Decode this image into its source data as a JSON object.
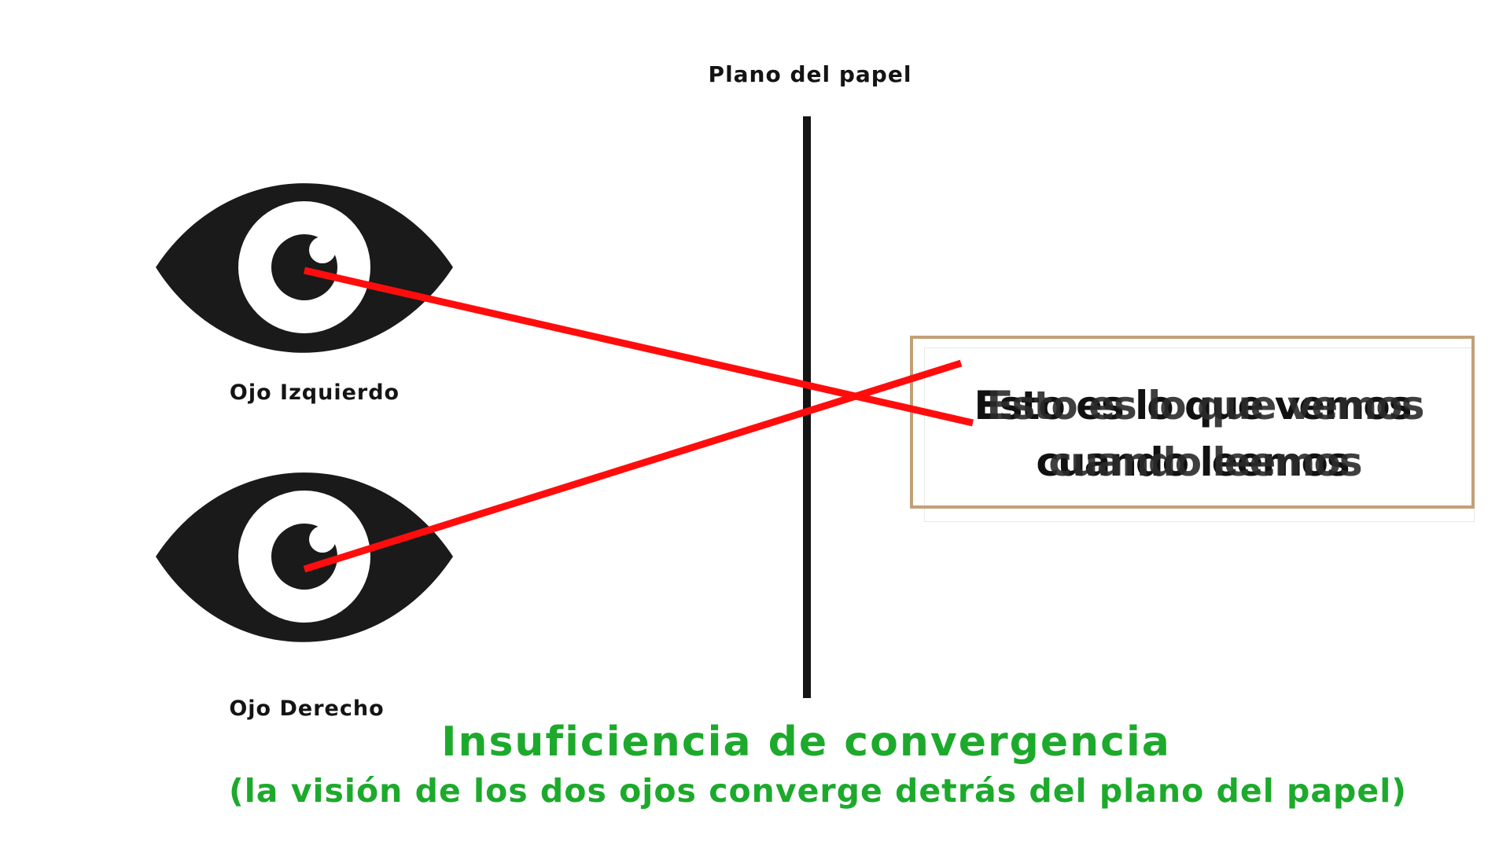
{
  "labels": {
    "paper_plane": "Plano del papel",
    "left_eye": "Ojo Izquierdo",
    "right_eye": "Ojo Derecho"
  },
  "perceived_text": {
    "line1": "Esto es lo que vemos",
    "line2": "cuando leemos"
  },
  "caption": {
    "title": "Insuficiencia de convergencia",
    "subtitle": "(la visión de los dos ojos converge detrás del plano del papel)"
  },
  "colors": {
    "sight_line": "#ff0d0d",
    "eye": "#1a1a1a",
    "plane": "#141414",
    "caption": "#1daa2c",
    "box_border": "#c2a077"
  },
  "icons": {
    "left_eye": "eye-icon",
    "right_eye": "eye-icon"
  }
}
